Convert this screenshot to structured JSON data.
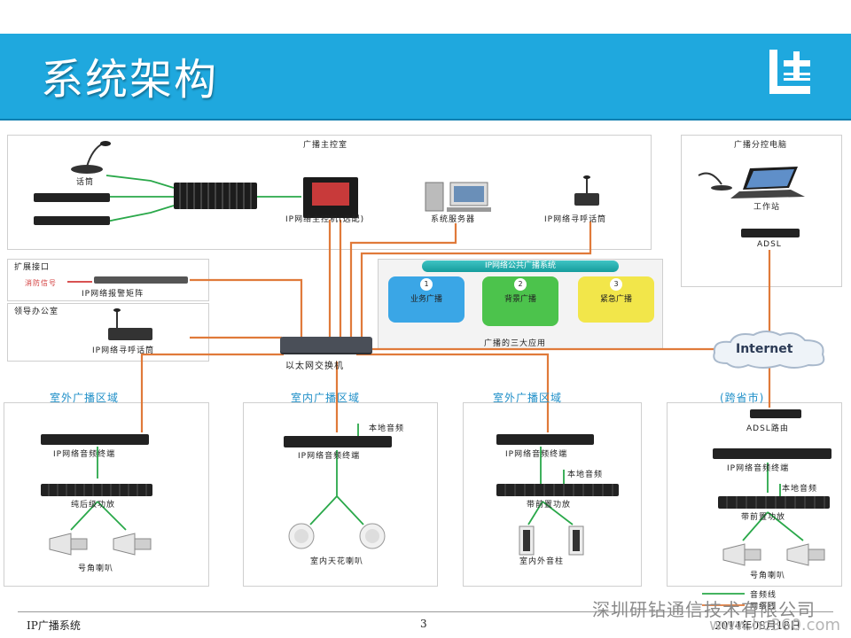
{
  "slide": {
    "title": "系统架构",
    "footer_left": "IP广播系统",
    "page_number": "3",
    "date": "2014年08月18日"
  },
  "watermark": {
    "company": "深圳研钻通信技术有限公司",
    "url": "www.hc360.com"
  },
  "main_control": {
    "title": "广播主控室",
    "mic_label": "话筒",
    "host_label": "IP网络主控机(选配)",
    "server_label": "系统服务器",
    "paging_label": "IP网络寻呼话筒"
  },
  "extension": {
    "title": "扩展接口",
    "fire_signal": "消防信号",
    "alarm_label": "IP网络报警矩阵"
  },
  "leader_office": {
    "title": "领导办公室",
    "paging_label": "IP网络寻呼话筒"
  },
  "switch_label": "以太网交换机",
  "public_system": {
    "title": "IP网络公共广播系统",
    "subtitle": "广播的三大应用",
    "apps": [
      {
        "num": "1",
        "label": "业务广播",
        "color": "#3aa6e6"
      },
      {
        "num": "2",
        "label": "背景广播",
        "color": "#4cc34c"
      },
      {
        "num": "3",
        "label": "紧急广播",
        "color": "#f2e64a"
      }
    ]
  },
  "branch": {
    "title": "广播分控电脑",
    "workstation": "工作站",
    "adsl": "ADSL"
  },
  "internet_label": "Internet",
  "zones": [
    {
      "title": "室外广播区域",
      "terminal": "IP网络音频终端",
      "amp": "纯后级功放",
      "speaker": "号角喇叭"
    },
    {
      "title": "室内广播区域",
      "terminal": "IP网络音频终端",
      "local_audio": "本地音频",
      "speaker": "室内天花喇叭"
    },
    {
      "title": "室外广播区域",
      "terminal": "IP网络音频终端",
      "local_audio": "本地音频",
      "amp": "带前置功放",
      "speaker": "室内外音柱"
    },
    {
      "title": "(跨省市)",
      "router": "ADSL路由",
      "terminal": "IP网络音频终端",
      "local_audio": "本地音频",
      "amp": "带前置功放",
      "speaker": "号角喇叭"
    }
  ],
  "legend": {
    "audio_line": "音频线",
    "network_line": "网络线"
  },
  "colors": {
    "title_bar": "#1fa8de",
    "network_line": "#e07a3a",
    "audio_line": "#2aa84a",
    "zone_title": "#1f8fc8"
  }
}
